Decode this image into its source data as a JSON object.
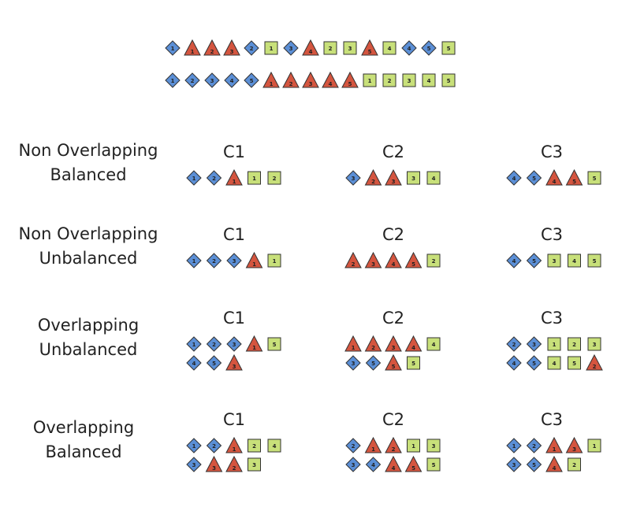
{
  "legend_sequences": {
    "interleaved": [
      [
        "d",
        1
      ],
      [
        "t",
        1
      ],
      [
        "t",
        2
      ],
      [
        "t",
        3
      ],
      [
        "d",
        2
      ],
      [
        "s",
        1
      ],
      [
        "d",
        3
      ],
      [
        "t",
        4
      ],
      [
        "s",
        2
      ],
      [
        "s",
        3
      ],
      [
        "t",
        5
      ],
      [
        "s",
        4
      ],
      [
        "d",
        4
      ],
      [
        "d",
        5
      ],
      [
        "s",
        5
      ]
    ],
    "grouped": [
      [
        "d",
        1
      ],
      [
        "d",
        2
      ],
      [
        "d",
        3
      ],
      [
        "d",
        4
      ],
      [
        "d",
        5
      ],
      [
        "t",
        1
      ],
      [
        "t",
        2
      ],
      [
        "t",
        3
      ],
      [
        "t",
        4
      ],
      [
        "t",
        5
      ],
      [
        "s",
        1
      ],
      [
        "s",
        2
      ],
      [
        "s",
        3
      ],
      [
        "s",
        4
      ],
      [
        "s",
        5
      ]
    ]
  },
  "shape_colors": {
    "diamond": "#5b8fd6",
    "triangle": "#d4553f",
    "square": "#c8e07a",
    "stroke": "#333333"
  },
  "column_labels": [
    "C1",
    "C2",
    "C3"
  ],
  "scenarios": [
    {
      "label_lines": [
        "Non Overlapping",
        "Balanced"
      ],
      "clusters": [
        {
          "rows": [
            [
              [
                "d",
                1
              ],
              [
                "d",
                2
              ],
              [
                "t",
                1
              ],
              [
                "s",
                1
              ],
              [
                "s",
                2
              ]
            ]
          ]
        },
        {
          "rows": [
            [
              [
                "d",
                3
              ],
              [
                "t",
                2
              ],
              [
                "t",
                3
              ],
              [
                "s",
                3
              ],
              [
                "s",
                4
              ]
            ]
          ]
        },
        {
          "rows": [
            [
              [
                "d",
                4
              ],
              [
                "d",
                5
              ],
              [
                "t",
                4
              ],
              [
                "t",
                5
              ],
              [
                "s",
                5
              ]
            ]
          ]
        }
      ]
    },
    {
      "label_lines": [
        "Non Overlapping",
        "Unbalanced"
      ],
      "clusters": [
        {
          "rows": [
            [
              [
                "d",
                1
              ],
              [
                "d",
                2
              ],
              [
                "d",
                3
              ],
              [
                "t",
                1
              ],
              [
                "s",
                1
              ]
            ]
          ]
        },
        {
          "rows": [
            [
              [
                "t",
                2
              ],
              [
                "t",
                3
              ],
              [
                "t",
                4
              ],
              [
                "t",
                5
              ],
              [
                "s",
                2
              ]
            ]
          ]
        },
        {
          "rows": [
            [
              [
                "d",
                4
              ],
              [
                "d",
                5
              ],
              [
                "s",
                3
              ],
              [
                "s",
                4
              ],
              [
                "s",
                5
              ]
            ]
          ]
        }
      ]
    },
    {
      "label_lines": [
        "Overlapping",
        "Unbalanced"
      ],
      "clusters": [
        {
          "rows": [
            [
              [
                "d",
                1
              ],
              [
                "d",
                2
              ],
              [
                "d",
                3
              ],
              [
                "t",
                1
              ],
              [
                "s",
                5
              ]
            ],
            [
              [
                "d",
                4
              ],
              [
                "d",
                5
              ],
              [
                "t",
                3
              ]
            ]
          ]
        },
        {
          "rows": [
            [
              [
                "t",
                1
              ],
              [
                "t",
                2
              ],
              [
                "t",
                3
              ],
              [
                "t",
                4
              ],
              [
                "s",
                4
              ]
            ],
            [
              [
                "d",
                3
              ],
              [
                "d",
                5
              ],
              [
                "t",
                5
              ],
              [
                "s",
                5
              ]
            ]
          ]
        },
        {
          "rows": [
            [
              [
                "d",
                2
              ],
              [
                "d",
                3
              ],
              [
                "s",
                1
              ],
              [
                "s",
                2
              ],
              [
                "s",
                3
              ]
            ],
            [
              [
                "d",
                4
              ],
              [
                "d",
                5
              ],
              [
                "s",
                4
              ],
              [
                "s",
                5
              ],
              [
                "t",
                2
              ]
            ]
          ]
        }
      ]
    },
    {
      "label_lines": [
        "Overlapping",
        "Balanced"
      ],
      "clusters": [
        {
          "rows": [
            [
              [
                "d",
                1
              ],
              [
                "d",
                2
              ],
              [
                "t",
                1
              ],
              [
                "s",
                2
              ],
              [
                "s",
                4
              ]
            ],
            [
              [
                "d",
                3
              ],
              [
                "t",
                3
              ],
              [
                "t",
                2
              ],
              [
                "s",
                3
              ]
            ]
          ]
        },
        {
          "rows": [
            [
              [
                "d",
                2
              ],
              [
                "t",
                1
              ],
              [
                "t",
                2
              ],
              [
                "s",
                1
              ],
              [
                "s",
                3
              ]
            ],
            [
              [
                "d",
                3
              ],
              [
                "d",
                4
              ],
              [
                "t",
                4
              ],
              [
                "t",
                5
              ],
              [
                "s",
                5
              ]
            ]
          ]
        },
        {
          "rows": [
            [
              [
                "d",
                1
              ],
              [
                "d",
                2
              ],
              [
                "t",
                1
              ],
              [
                "t",
                3
              ],
              [
                "s",
                1
              ]
            ],
            [
              [
                "d",
                3
              ],
              [
                "d",
                5
              ],
              [
                "t",
                4
              ],
              [
                "s",
                2
              ]
            ]
          ]
        }
      ]
    }
  ]
}
